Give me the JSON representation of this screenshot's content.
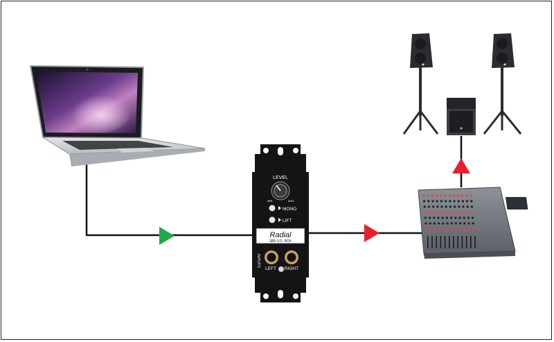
{
  "diagram": {
    "colors": {
      "cable": "#111111",
      "arrow_input": "#1ea84a",
      "arrow_output": "#e8202a",
      "frame": "#222222",
      "plate": "#141414"
    },
    "nodes": {
      "laptop": {
        "icon": "laptop-icon"
      },
      "di_box": {
        "icon": "direct-box-icon",
        "brand": "Radial",
        "model": "SB5 V.D. BOX",
        "level_label": "LEVEL",
        "mono_label": "MONO",
        "lift_label": "LIFT",
        "inputs_label": "INPUTS",
        "left_label": "LEFT",
        "right_label": "RIGHT",
        "scale_min": "MIN",
        "scale_max": "MAX"
      },
      "mixer": {
        "icon": "mixing-console-icon"
      },
      "speaker_left": {
        "icon": "pa-speaker-icon"
      },
      "speaker_right": {
        "icon": "pa-speaker-icon"
      },
      "subwoofer": {
        "icon": "subwoofer-icon"
      }
    }
  }
}
